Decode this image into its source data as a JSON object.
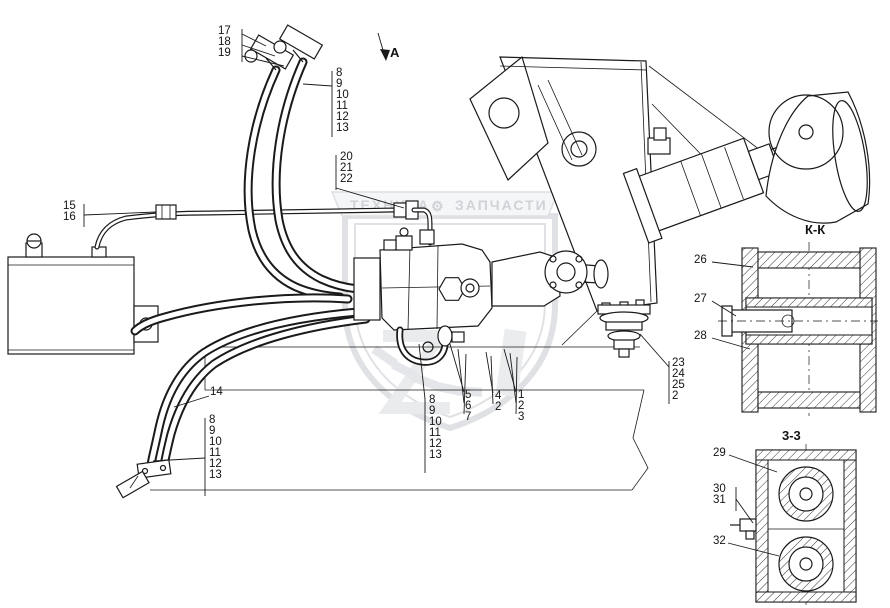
{
  "watermark": {
    "brand_left": "ТЕХНИКА",
    "brand_right": "ЗАПЧАСТИ",
    "gear_icon": "⚙"
  },
  "view_labels": {
    "detail_arrow": "А",
    "section_kk": "К-К",
    "section_33": "3-3"
  },
  "callouts": {
    "hose_clamps_top": "17\n18\n19",
    "hose_set_top": "8\n9\n10\n11\n12\n13",
    "pipe_fittings": "20\n21\n22",
    "suction_fitting": "15\n16",
    "hose_14": "14",
    "hose_set_left": "8\n9\n10\n11\n12\n13",
    "hose_set_mid": "8\n9\n10\n11\n12\n13",
    "pump_parts_567": "5\n6\n7",
    "pump_parts_42": "4\n2",
    "pump_parts_123": "1\n2\n3",
    "frame_fitting": "23\n24\n25\n2",
    "kk_26": "26",
    "kk_27": "27",
    "kk_28": "28",
    "s33_29": "29",
    "s33_3031": "30\n31",
    "s33_32": "32"
  }
}
